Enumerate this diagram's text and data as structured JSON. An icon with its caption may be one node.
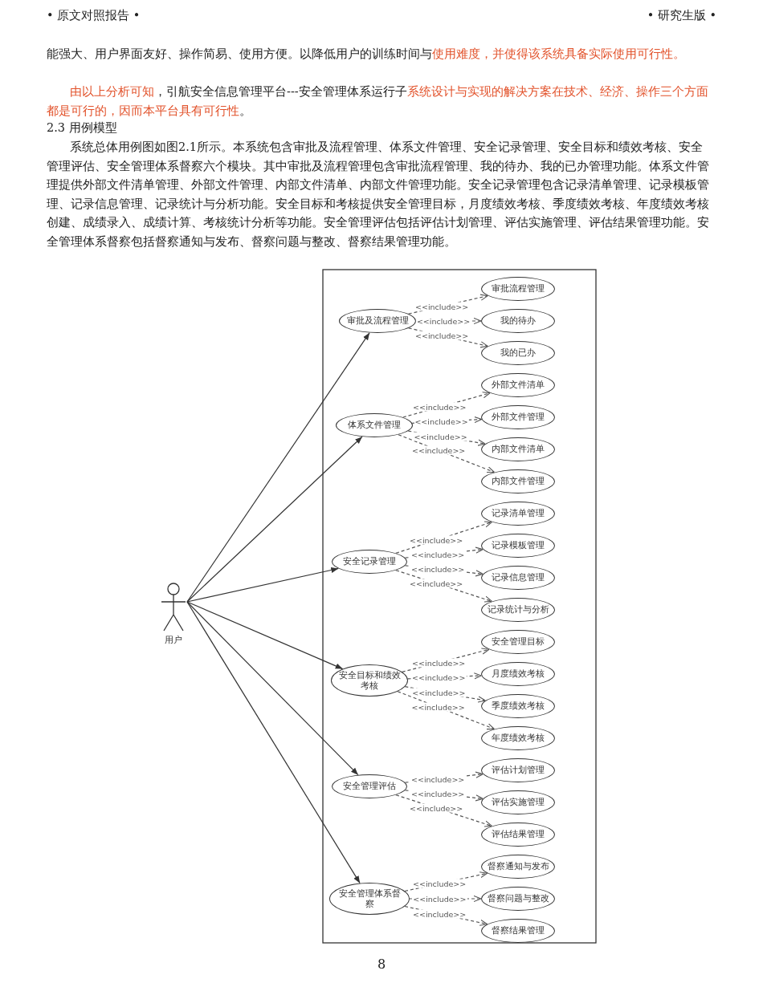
{
  "diagram": {
    "nodes": [
      {
        "text": [
          "用户"
        ]
      },
      {
        "text": [
          "审批及流程管理"
        ]
      },
      {
        "text": [
          "审批流程管理"
        ]
      },
      {
        "text": [
          "我的待办"
        ]
      },
      {
        "text": [
          "我的已办"
        ]
      },
      {
        "text": [
          "体系文件管理"
        ]
      },
      {
        "text": [
          "外部文件清单"
        ]
      },
      {
        "text": [
          "外部文件管理"
        ]
      },
      {
        "text": [
          "内部文件清单"
        ]
      },
      {
        "text": [
          "内部文件管理"
        ]
      },
      {
        "text": [
          "安全记录管理"
        ]
      },
      {
        "text": [
          "记录清单管理"
        ]
      },
      {
        "text": [
          "记录模板管理"
        ]
      },
      {
        "text": [
          "记录信息管理"
        ]
      },
      {
        "text": [
          "记录统计与分析"
        ]
      },
      {
        "text": [
          "安全目标和绩效考核"
        ]
      },
      {
        "text": [
          "安全管理目标"
        ]
      },
      {
        "text": [
          "月度绩效考核"
        ]
      },
      {
        "text": [
          "季度绩效考核"
        ]
      },
      {
        "text": [
          "年度绩效考核"
        ]
      },
      {
        "text": [
          "安全管理评估"
        ]
      },
      {
        "text": [
          "评估计划管理"
        ]
      },
      {
        "text": [
          "评估实施管理"
        ]
      },
      {
        "text": [
          "评估结果管理"
        ]
      },
      {
        "text": [
          "安全管理体系督察"
        ]
      },
      {
        "text": [
          "督察通知与发布"
        ]
      },
      {
        "text": [
          "督察问题与整改"
        ]
      },
      {
        "text": [
          "督察结果管理"
        ]
      }
    ],
    "edges": [
      {
        "from": 0,
        "to": 1,
        "arrow": "to"
      },
      {
        "from": 0,
        "to": 5,
        "arrow": "to"
      },
      {
        "from": 0,
        "to": 10,
        "arrow": "to"
      },
      {
        "from": 0,
        "to": 15,
        "arrow": "to"
      },
      {
        "from": 0,
        "to": 20,
        "arrow": "to"
      },
      {
        "from": 0,
        "to": 24,
        "arrow": "to"
      },
      {
        "from": 1,
        "to": 2,
        "arrow": "to",
        "label": "<<include>>",
        "style": "dashed"
      },
      {
        "from": 1,
        "to": 3,
        "arrow": "to",
        "label": "<<include>>",
        "style": "dashed"
      },
      {
        "from": 1,
        "to": 4,
        "arrow": "to",
        "label": "<<include>>",
        "style": "dashed"
      },
      {
        "from": 5,
        "to": 6,
        "arrow": "to",
        "label": "<<include>>",
        "style": "dashed"
      },
      {
        "from": 5,
        "to": 7,
        "arrow": "to",
        "label": "<<include>>",
        "style": "dashed"
      },
      {
        "from": 5,
        "to": 8,
        "arrow": "to",
        "label": "<<include>>",
        "style": "dashed"
      },
      {
        "from": 5,
        "to": 9,
        "arrow": "to",
        "label": "<<include>>",
        "style": "dashed"
      },
      {
        "from": 10,
        "to": 11,
        "arrow": "to",
        "label": "<<include>>",
        "style": "dashed"
      },
      {
        "from": 10,
        "to": 12,
        "arrow": "to",
        "label": "<<include>>",
        "style": "dashed"
      },
      {
        "from": 10,
        "to": 13,
        "arrow": "to",
        "label": "<<include>>",
        "style": "dashed"
      },
      {
        "from": 10,
        "to": 14,
        "arrow": "to",
        "label": "<<include>>",
        "style": "dashed"
      },
      {
        "from": 15,
        "to": 16,
        "arrow": "to",
        "label": "<<include>>",
        "style": "dashed"
      },
      {
        "from": 15,
        "to": 17,
        "arrow": "to",
        "label": "<<include>>",
        "style": "dashed"
      },
      {
        "from": 15,
        "to": 18,
        "arrow": "to",
        "label": "<<include>>",
        "style": "dashed"
      },
      {
        "from": 15,
        "to": 19,
        "arrow": "to",
        "label": "<<include>>",
        "style": "dashed"
      },
      {
        "from": 20,
        "to": 21,
        "arrow": "to",
        "label": "<<include>>",
        "style": "dashed"
      },
      {
        "from": 20,
        "to": 22,
        "arrow": "to",
        "label": "<<include>>",
        "style": "dashed"
      },
      {
        "from": 20,
        "to": 23,
        "arrow": "to",
        "label": "<<include>>",
        "style": "dashed"
      },
      {
        "from": 24,
        "to": 25,
        "arrow": "to",
        "label": "<<include>>",
        "style": "dashed"
      },
      {
        "from": 24,
        "to": 26,
        "arrow": "to",
        "label": "<<include>>",
        "style": "dashed"
      },
      {
        "from": 24,
        "to": 27,
        "arrow": "to",
        "label": "<<include>>",
        "style": "dashed"
      }
    ],
    "labels": [
      "• 原文对照报告 •",
      "• 研究生版 •",
      "能强大、用户界面友好、操作简易、使用方便。以降低用户的训练时间与",
      "使用难度，并使得该系统具备实际使用可行性。",
      "由以上分析可知",
      "，引航安全信息管理平台---安全管理体系运行子",
      "系统设计与实现的解决方案在技术、经济、操作三个方面都是可行的，因而本平台具有可行性",
      "。",
      "2.3 用例模型",
      "系统总体用例图如图2.1所示。本系统包含审批及流程管理、体系文件管理、安全记录管理、安全目标和绩效考核、安全管理评估、安全管理体系督察六个模块。其中审批及流程管理包含审批流程管理、我的待办、我的已办管理功能。体系文件管理提供外部文件清单管理、外部文件管理、内部文件清单、内部文件管理功能。安全记录管理包含记录清单管理、记录模板管理、记录信息管理、记录统计与分析功能。安全目标和考核提供安全管理目标，月度绩效考核、季度绩效考核、年度绩效考核创建、成绩录入、成绩计算、考核统计分析等功能。安全管理评估包括评估计划管理、评估实施管理、评估结果管理功能。安全管理体系督察包括督察通知与发布、督察问题与整改、督察结果管理功能。",
      "8"
    ]
  }
}
